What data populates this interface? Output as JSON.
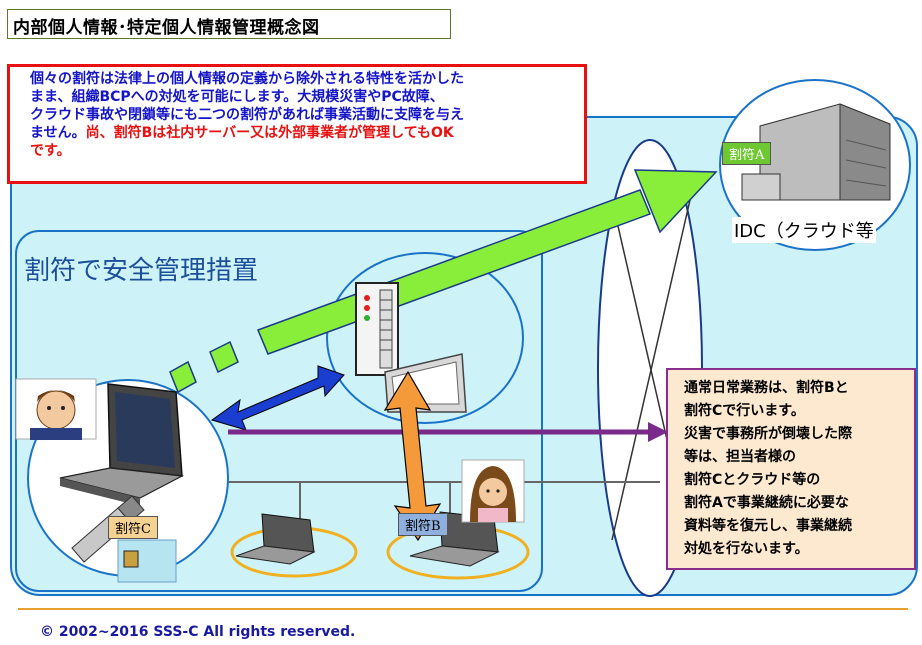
{
  "title": "内部個人情報･特定個人情報管理概念図",
  "note": {
    "line1": "個々の割符は法律上の個人情報の定義から除外される特性を活かした",
    "line2": "まま、組織BCPへの対処を可能にします。大規模災害やPC故障、",
    "line3": "クラウド事故や閉鎖等にも二つの割符があれば事業活動に支障を与え",
    "line4_blue": "ません。",
    "line4_red": "尚、割符Bは社内サーバー又は外部事業者が管理してもOK",
    "line5_red": "です。"
  },
  "inner_panel_label": "割符で安全管理措置",
  "idc_label": "IDC（クラウド等",
  "tags": {
    "a": "割符A",
    "b": "割符B",
    "c": "割符C"
  },
  "info": {
    "lines": [
      "通常日常業務は、割符Bと",
      "割符Cで行います。",
      "災害で事務所が倒壊した際",
      "等は、担当者様の",
      "割符Cとクラウド等の",
      "割符Aで事業継続に必要な",
      "資料等を復元し、事業継続",
      "対処を行ないます。"
    ]
  },
  "footer": "© 2002~2016  SSS-C   All rights reserved.",
  "colors": {
    "panel_fill": "#cdf3f8",
    "panel_border": "#1a73c8",
    "note_border": "#e81010",
    "note_blue": "#1515c8",
    "note_red": "#e81010",
    "green_arrow": "#88ee3a",
    "blue_arrow": "#1a3fd0",
    "orange_arrow": "#f59a3a",
    "purple_arrow": "#7a2a8a",
    "info_border": "#8b2e8b",
    "footer_rule": "#e8a030"
  },
  "icons": [
    "server-icon",
    "monitor-icon",
    "laptop-icon",
    "usb-key-icon",
    "building-icon",
    "person-male-icon",
    "person-female-icon"
  ]
}
